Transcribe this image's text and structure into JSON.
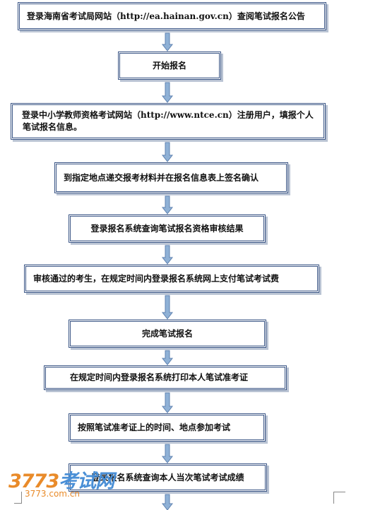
{
  "steps": [
    "登录海南省考试局网站（http://ea.hainan.gov.cn）查阅笔试报名公告",
    "开始报名",
    "登录中小学教师资格考试网站（http://www.ntce.cn）注册用户，填报个人笔试报名信息。",
    "到指定地点递交报考材料并在报名信息表上签名确认",
    "登录报名系统查询笔试报名资格审核结果",
    "审核通过的考生，在规定时间内登录报名系统网上支付笔试考试费",
    "完成笔试报名",
    "在规定时间内登录报名系统打印本人笔试准考证",
    "按照笔试准考证上的时间、地点参加考试",
    "登录报名系统查询本人当次笔试考试成绩"
  ],
  "watermark": {
    "number": "3773",
    "chinese": "考试网",
    "domain": "3773.com.cn"
  },
  "colors": {
    "box_border": "#3a5585",
    "arrow_fill": "#8fb1d6",
    "arrow_stroke": "#5f82b0",
    "watermark_orange": "#e98b2a",
    "watermark_blue": "#4a8fd6"
  }
}
